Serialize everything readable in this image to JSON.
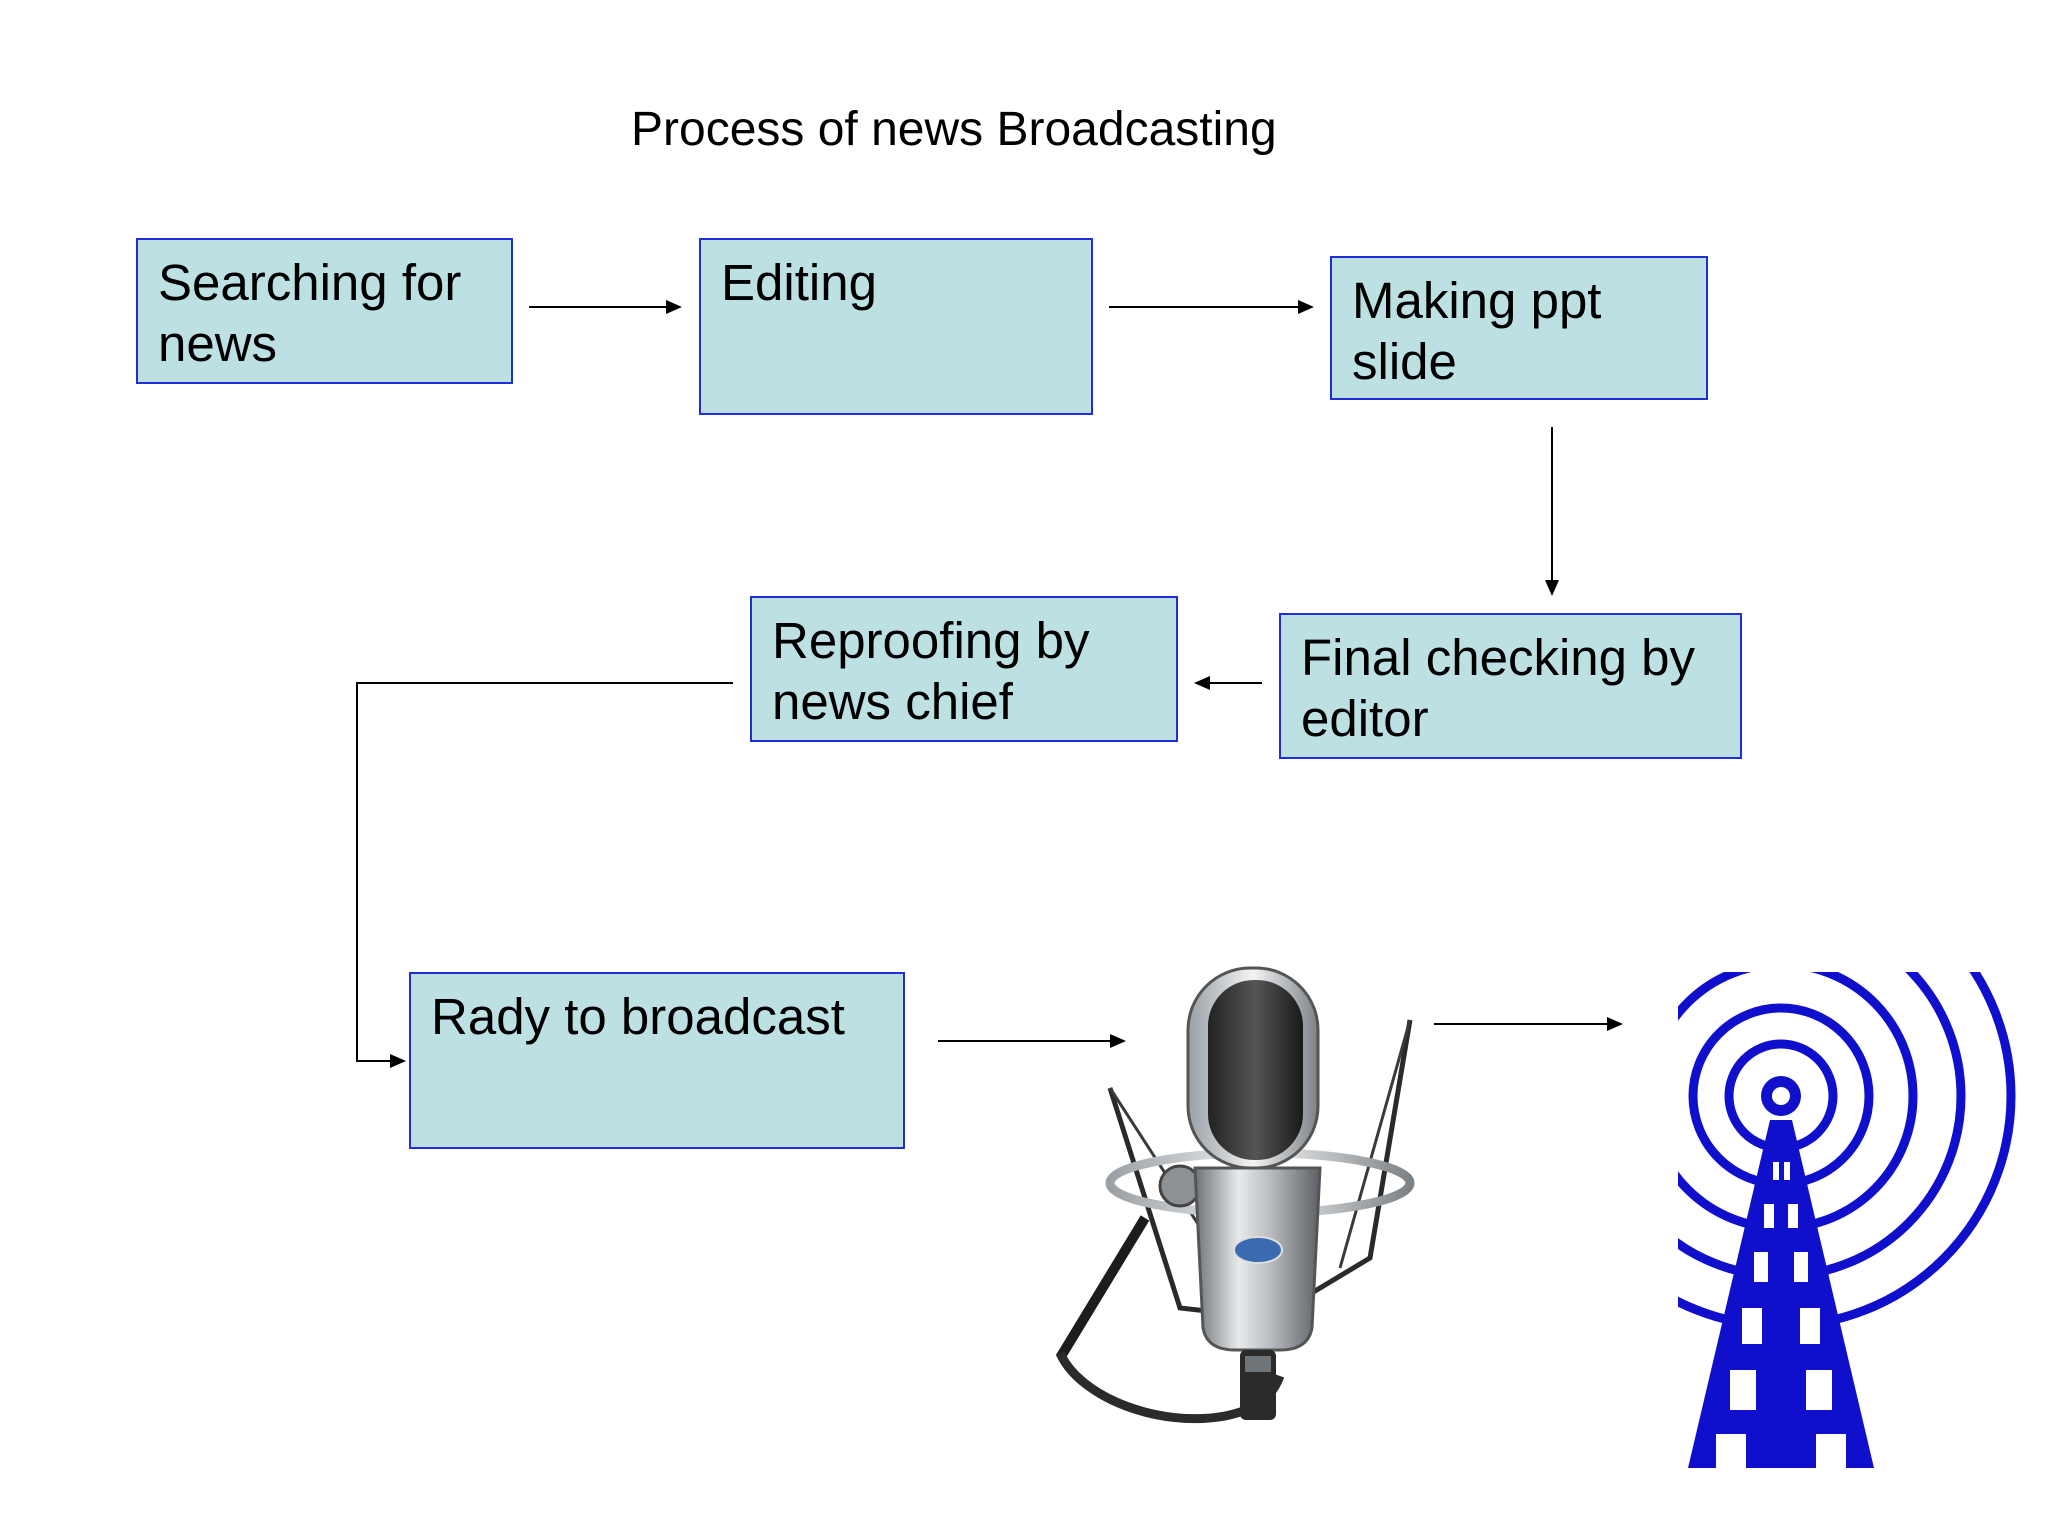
{
  "title": "Process of news Broadcasting",
  "steps": {
    "searching": "Searching for\nnews",
    "editing": "Editing",
    "making_slide": "Making ppt\nslide",
    "final_check": "Final checking by\neditor",
    "reproofing": "Reproofing by\nnews chief",
    "ready": "Rady to broadcast"
  },
  "colors": {
    "box_fill": "#bde0e2",
    "box_border": "#1f2fd6",
    "tower": "#1010cc"
  },
  "icons": {
    "microphone": "studio-microphone-icon",
    "tower": "broadcast-tower-icon"
  }
}
